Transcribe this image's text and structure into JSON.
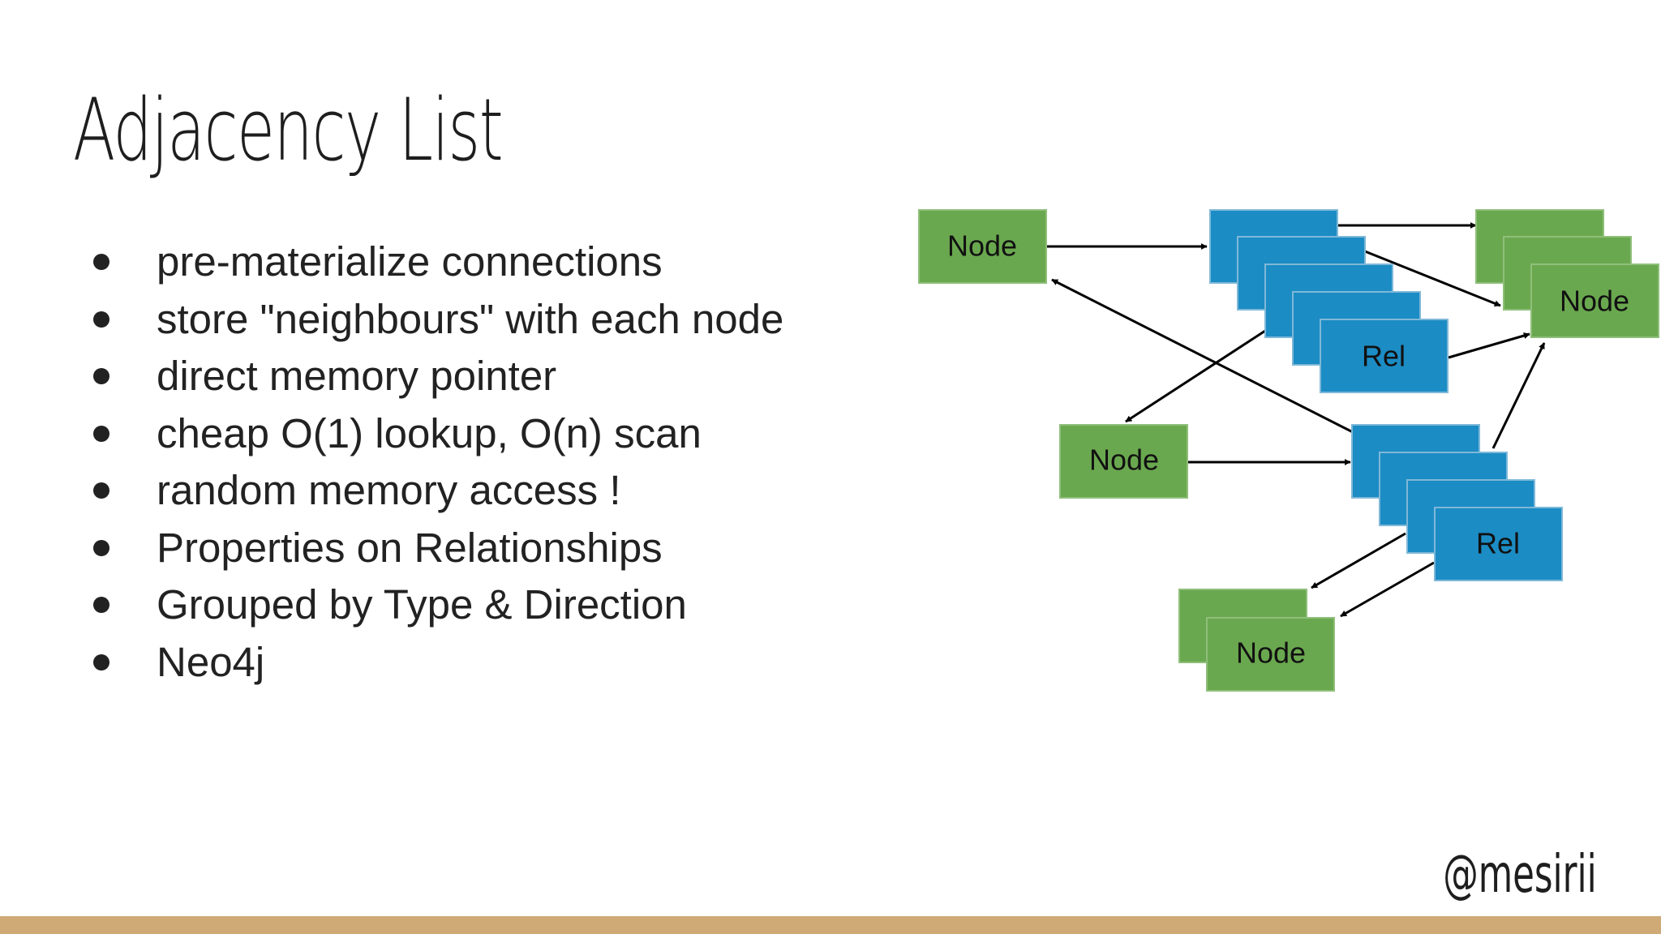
{
  "slide": {
    "title": "Adjacency List",
    "bullets": [
      "pre-materialize connections",
      "store \"neighbours\" with each node",
      "direct memory pointer",
      "cheap O(1) lookup, O(n) scan",
      "random memory access !",
      "Properties on Relationships",
      "Grouped by Type & Direction",
      "Neo4j"
    ],
    "handle": "@mesirii"
  },
  "diagram": {
    "node_label": "Node",
    "rel_label": "Rel",
    "node_color": "#6aa84f",
    "rel_color": "#1c8cc4",
    "edge_color": "#000000"
  },
  "colors": {
    "title": "#1e1e1e",
    "text": "#222222",
    "footer_bar": "#cfaa76",
    "background": "#ffffff"
  }
}
